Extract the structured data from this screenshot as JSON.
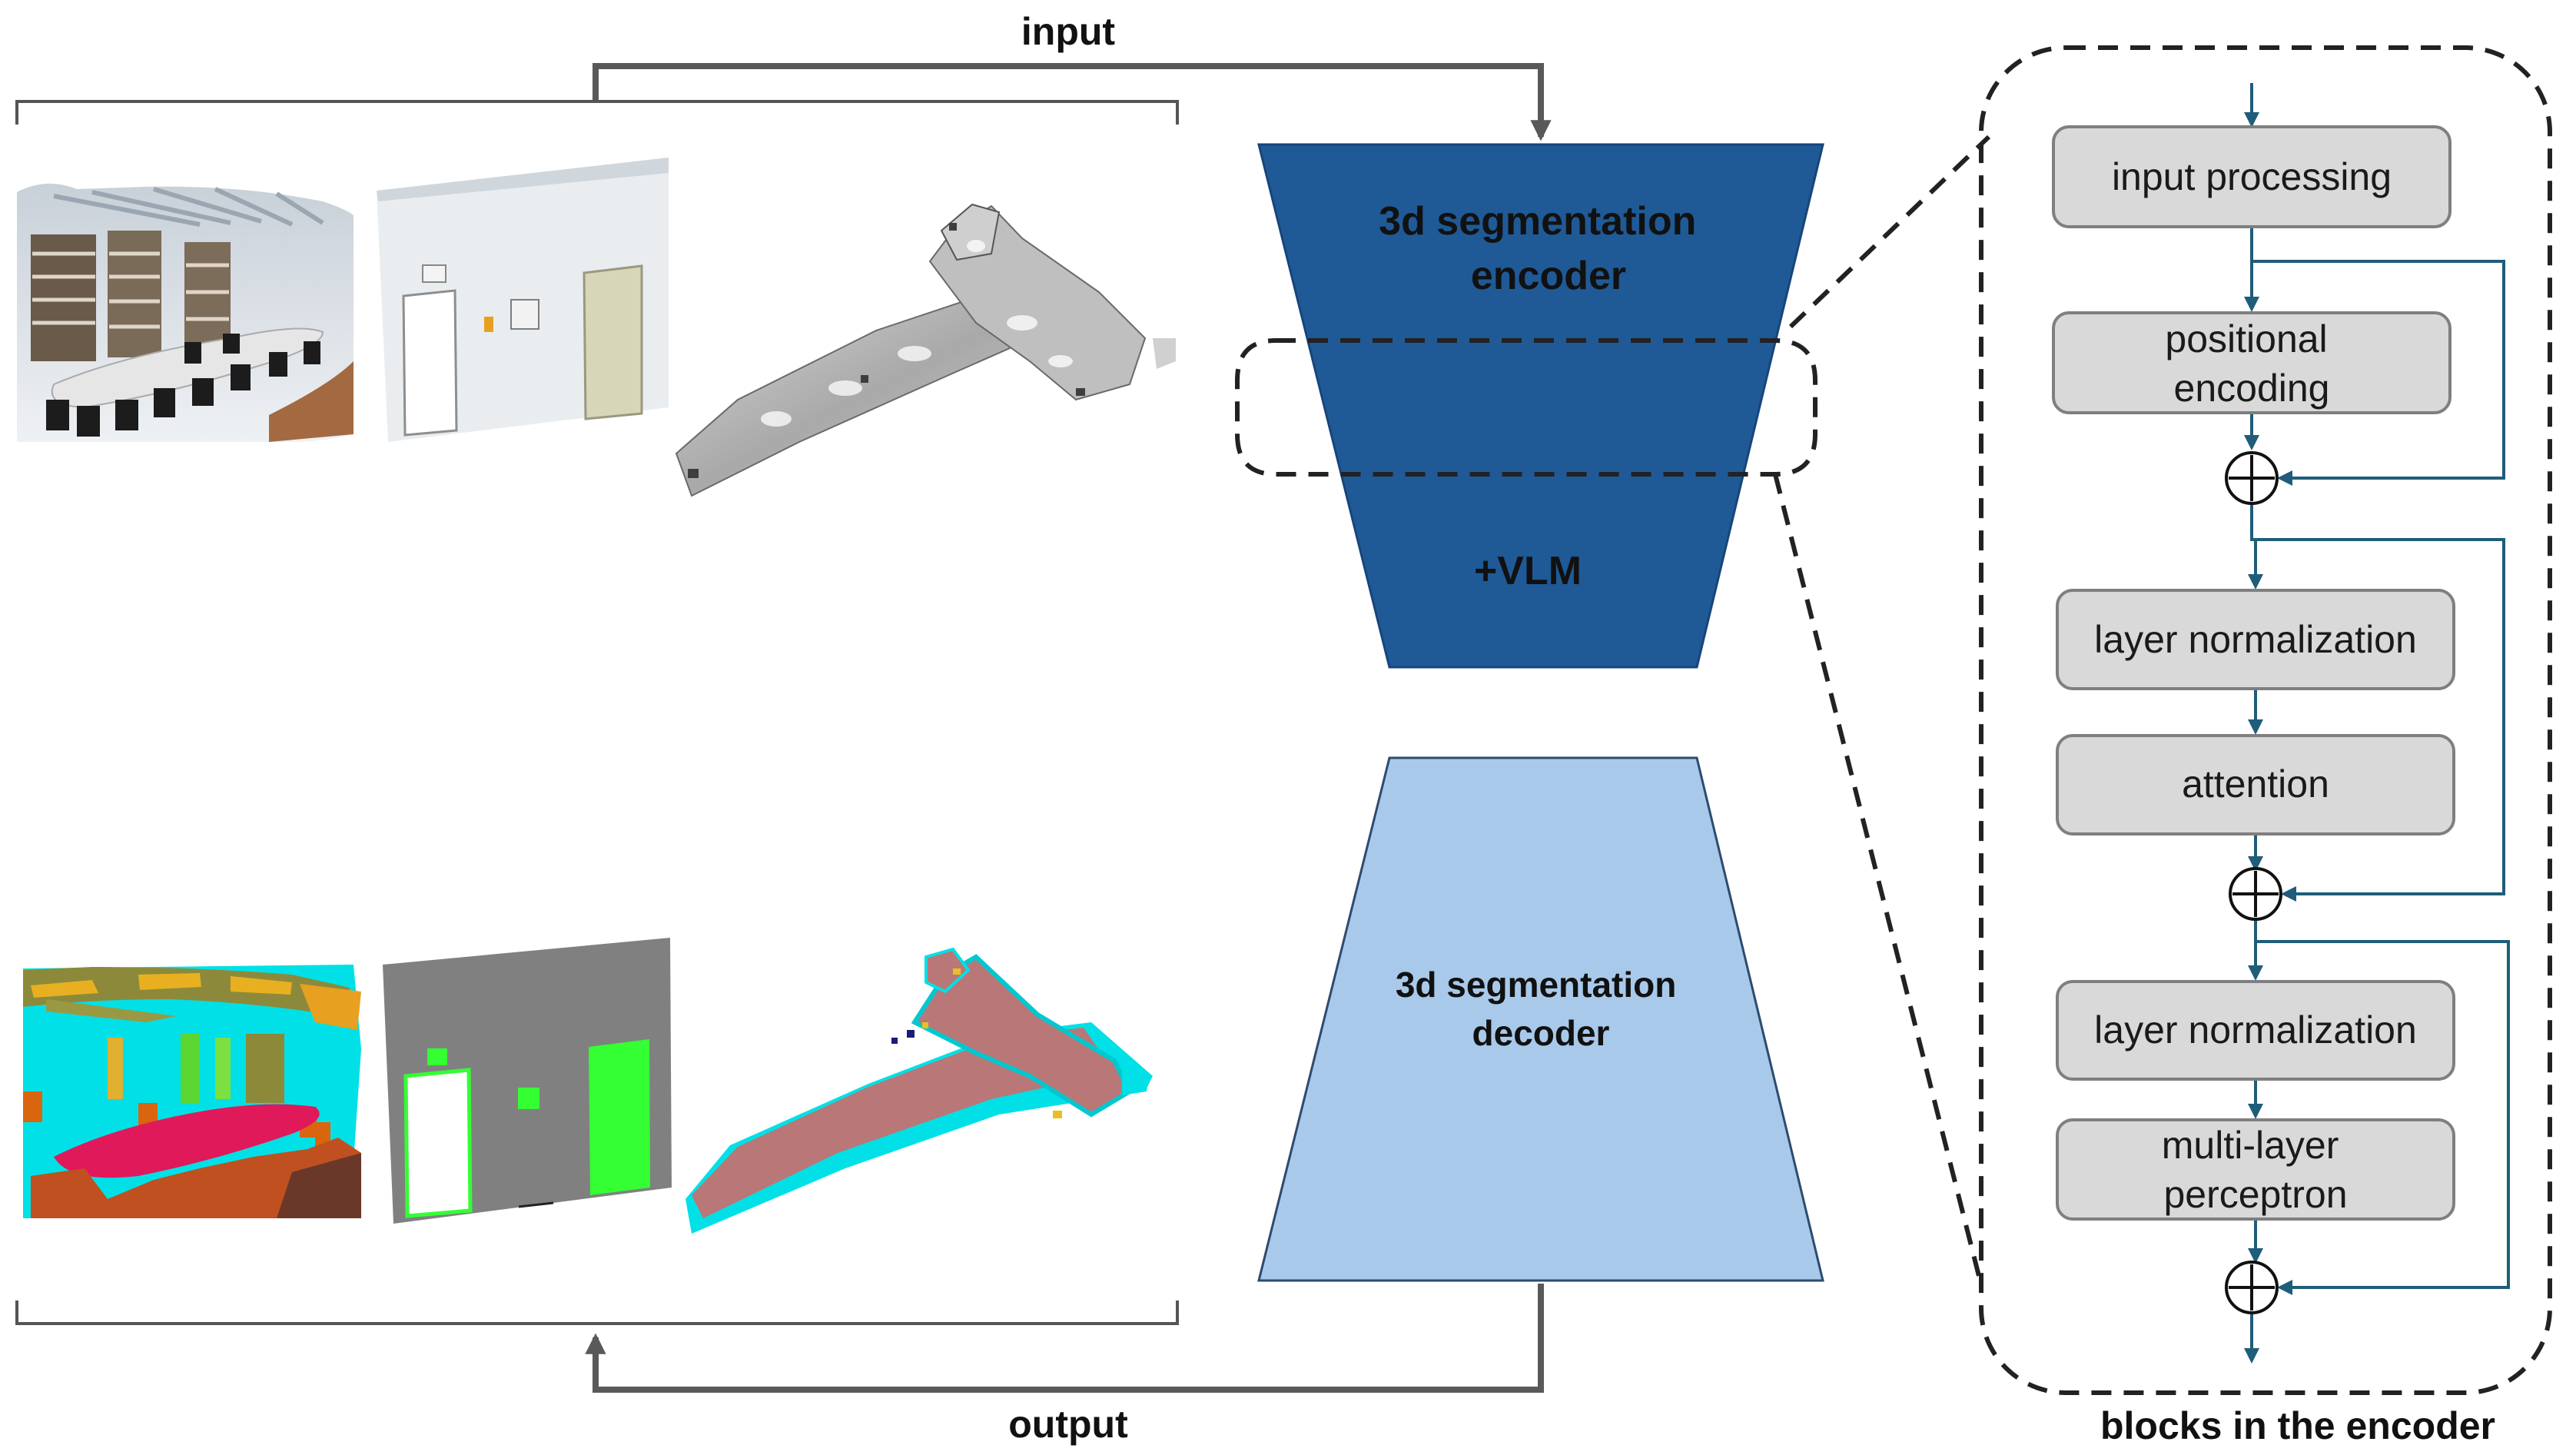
{
  "labels": {
    "input": "input",
    "output": "output",
    "encoder_line1": "3d segmentation",
    "encoder_line2": "encoder",
    "vlm": "+VLM",
    "decoder_line1": "3d segmentation",
    "decoder_line2": "decoder",
    "blocks_caption": "blocks in the encoder"
  },
  "encoder_blocks": [
    {
      "line1": "input processing",
      "line2": ""
    },
    {
      "line1": "positional",
      "line2": "encoding"
    },
    {
      "line1": "layer normalization",
      "line2": ""
    },
    {
      "line1": "attention",
      "line2": ""
    },
    {
      "line1": "layer normalization",
      "line2": ""
    },
    {
      "line1": "multi-layer",
      "line2": "perceptron"
    }
  ],
  "input_images": [
    "conference-room-photo",
    "wall-with-doors-photo",
    "building-3d-scan"
  ],
  "output_images": [
    "conference-room-segmentation",
    "wall-with-doors-segmentation",
    "building-3d-segmentation"
  ],
  "colors": {
    "encoder_fill": "#1f5a97",
    "decoder_fill": "#a8c9ea",
    "block_fill": "#d9d9d9",
    "flow_arrow": "#1f5d7a",
    "io_arrow": "#595959",
    "seg_cyan": "#00e0e6",
    "seg_pink": "#e0195a",
    "seg_olive": "#8c8a3a",
    "seg_orange": "#d9650f",
    "seg_green": "#33ff33",
    "seg_gray": "#808080",
    "seg_rose": "#b97777"
  }
}
